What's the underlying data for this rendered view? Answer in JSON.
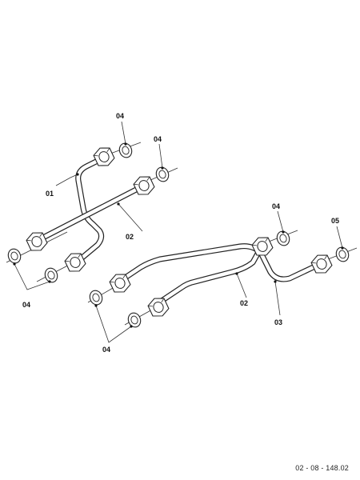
{
  "labels": {
    "p01": "01",
    "p02": "02",
    "p03": "03",
    "p04": "04",
    "p05": "05"
  },
  "reference": "02 - 08 - 148.02"
}
